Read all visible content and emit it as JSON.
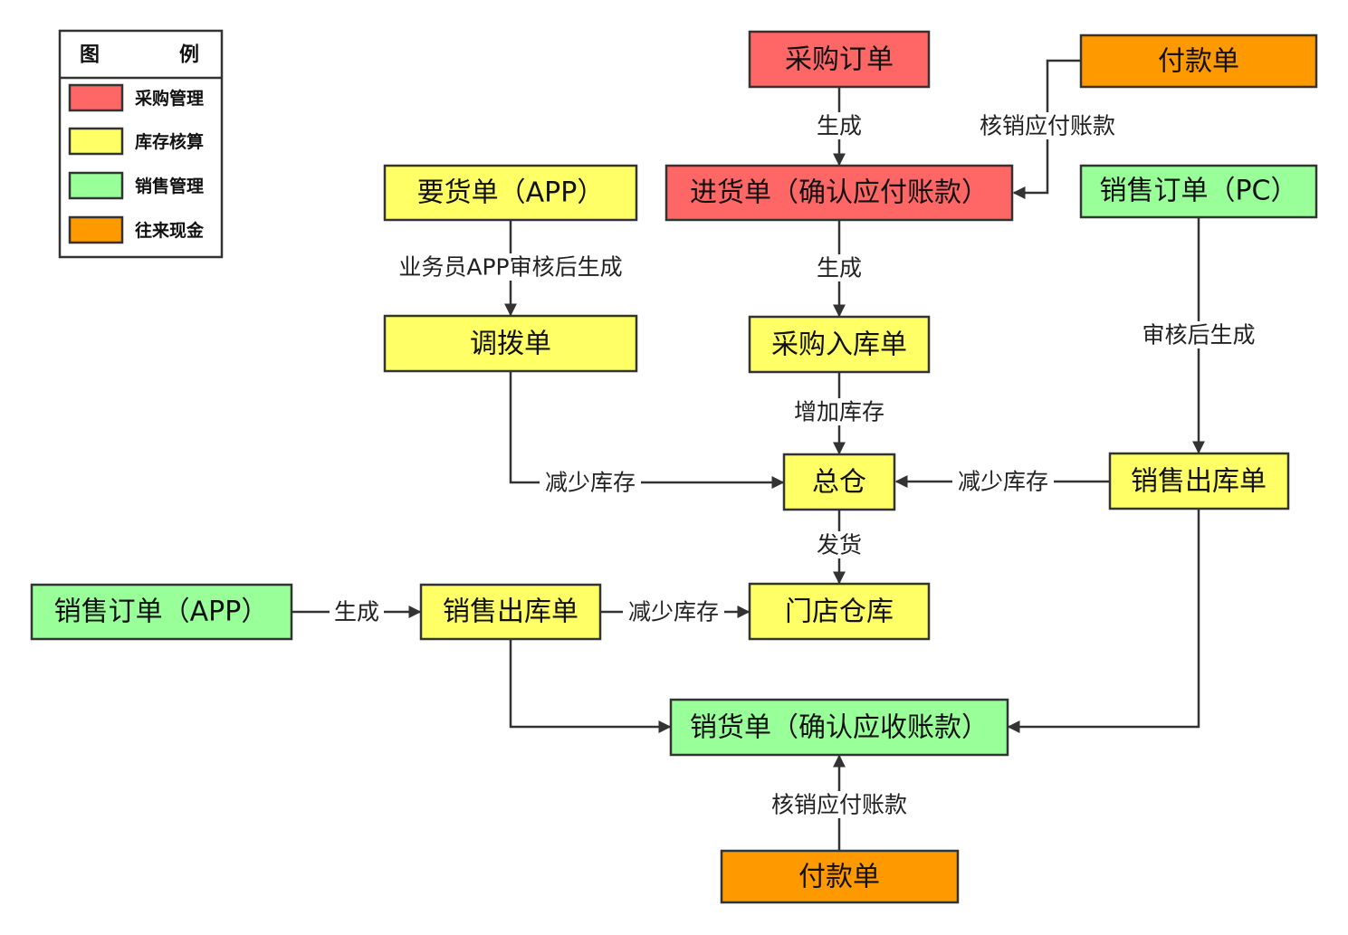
{
  "colors": {
    "purchase": "#ff6666",
    "inventory": "#ffff66",
    "sales": "#99ff99",
    "cash": "#ff9900",
    "line": "#333333"
  },
  "legend": {
    "title_left": "图",
    "title_right": "例",
    "items": [
      {
        "label": "采购管理",
        "color": "#ff6666"
      },
      {
        "label": "库存核算",
        "color": "#ffff66"
      },
      {
        "label": "销售管理",
        "color": "#99ff99"
      },
      {
        "label": "往来现金",
        "color": "#ff9900"
      }
    ]
  },
  "nodes": {
    "purchase_order": {
      "label": "采购订单"
    },
    "payment_top": {
      "label": "付款单"
    },
    "request_app": {
      "label": "要货单（APP）"
    },
    "purchase_receipt": {
      "label": "进货单（确认应付账款）"
    },
    "sales_order_pc": {
      "label": "销售订单（PC）"
    },
    "transfer": {
      "label": "调拨单"
    },
    "purchase_stock_in": {
      "label": "采购入库单"
    },
    "warehouse_main": {
      "label": "总仓"
    },
    "sales_out_right": {
      "label": "销售出库单"
    },
    "sales_order_app": {
      "label": "销售订单（APP）"
    },
    "sales_out_left": {
      "label": "销售出库单"
    },
    "store_warehouse": {
      "label": "门店仓库"
    },
    "sales_invoice": {
      "label": "销货单（确认应收账款）"
    },
    "payment_bottom": {
      "label": "付款单"
    }
  },
  "edges": {
    "po_to_receipt": "生成",
    "payment_writeoff_top": "核销应付账款",
    "request_to_transfer": "业务员APP审核后生成",
    "receipt_to_stockin": "生成",
    "pc_order_to_out": "审核后生成",
    "stockin_to_main": "增加库存",
    "transfer_to_main": "减少库存",
    "out_right_to_main": "减少库存",
    "main_to_store": "发货",
    "app_order_to_out": "生成",
    "out_left_to_store": "减少库存",
    "payment_writeoff_bottom": "核销应付账款"
  }
}
